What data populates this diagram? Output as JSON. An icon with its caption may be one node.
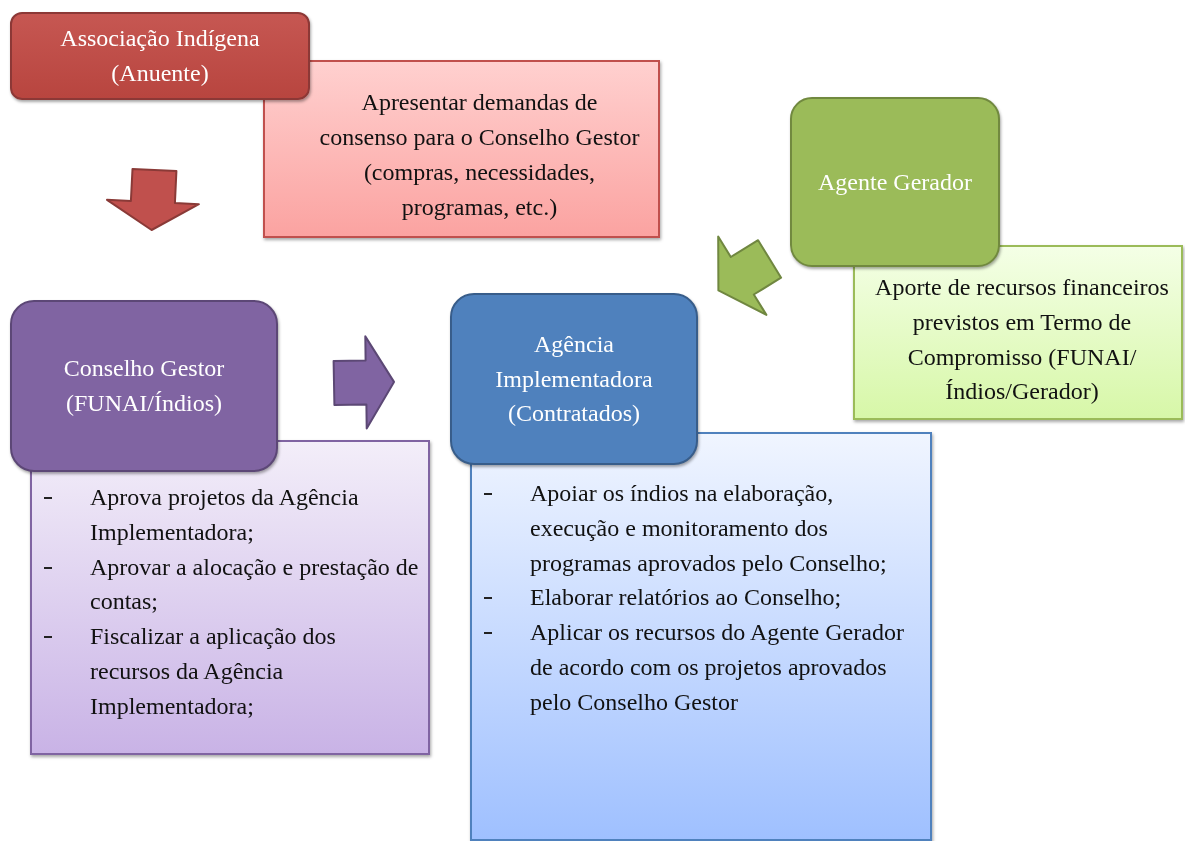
{
  "diagram": {
    "nodes": [
      {
        "text": [
          "Associação Indígena (Anuente)"
        ]
      },
      {
        "text": [
          "Apresentar demandas de consenso para o Conselho Gestor (compras, necessidades, programas, etc.)"
        ]
      },
      {
        "text": [
          "Agente Gerador"
        ]
      },
      {
        "text": [
          "Aporte de recursos financeiros previstos em Termo de Compromisso (FUNAI/Índios/Gerador)"
        ]
      },
      {
        "text": [
          "Conselho Gestor (FUNAI/Índios)"
        ]
      },
      {
        "text": [
          "Aprova projetos da Agência Implementadora;",
          "Aprovar a alocação e prestação de contas;",
          "Fiscalizar a aplicação dos recursos da Agência Implementadora;"
        ]
      },
      {
        "text": [
          "Agência Implementadora (Contratados)"
        ]
      },
      {
        "text": [
          "Apoiar os índios na elaboração, execução e monitoramento dos programas aprovados pelo Conselho;",
          "Elaborar relatórios ao Conselho;",
          "Aplicar os recursos do Agente Gerador de acordo com os projetos aprovados pelo Conselho Gestor"
        ]
      }
    ],
    "edges": [
      {
        "from": 0,
        "to": 4,
        "arrow": "to",
        "style": "thick",
        "color": "#c0504d"
      },
      {
        "from": 4,
        "to": 6,
        "arrow": "to",
        "style": "thick",
        "color": "#8064a2"
      },
      {
        "from": 2,
        "to": 6,
        "arrow": "to",
        "style": "thick",
        "color": "#9bbb59"
      }
    ]
  }
}
